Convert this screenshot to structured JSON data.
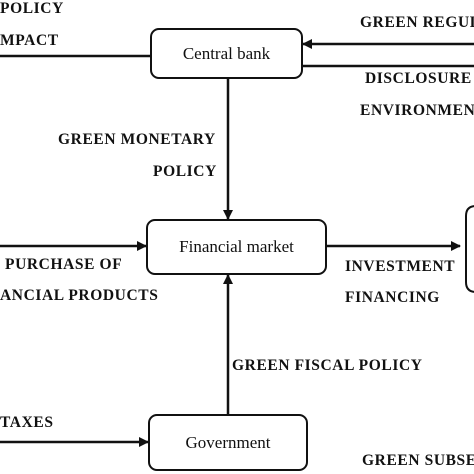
{
  "nodes": {
    "central_bank": "Central bank",
    "financial_market": "Financial market",
    "government": "Government"
  },
  "labels": {
    "policy": "POLICY",
    "impact": "MPACT",
    "green_regulation": "GREEN REGUL",
    "disclosure": "DISCLOSURE",
    "environment": "ENVIRONMEN",
    "green_monetary": "GREEN MONETARY",
    "policy2": "POLICY",
    "purchase_of": "PURCHASE OF",
    "financial_products": "ANCIAL PRODUCTS",
    "investment": "INVESTMENT",
    "financing": "FINANCING",
    "green_fiscal": "GREEN FISCAL POLICY",
    "taxes": "TAXES",
    "green_subsidies": "GREEN SUBSE"
  },
  "colors": {
    "stroke": "#111111",
    "background": "#ffffff"
  }
}
